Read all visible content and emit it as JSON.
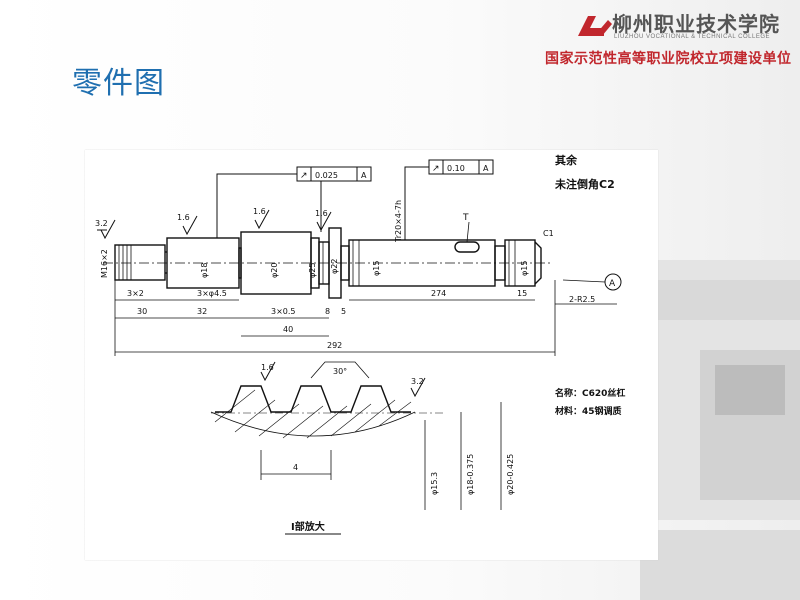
{
  "slide_title": "零件图",
  "header": {
    "college_name_cn": "柳州职业技术学院",
    "college_name_en": "LIUZHOU VOCATIONAL & TECHNICAL COLLEGE",
    "banner": "国家示范性高等职业院校立项建设单位"
  },
  "colors": {
    "title": "#1f6fb0",
    "banner": "#c1272d"
  },
  "drawing": {
    "roughness_labels": [
      "3.2",
      "1.6",
      "1.6",
      "1.6"
    ],
    "tolerance_frame_1": [
      "↗",
      "0.025",
      "A"
    ],
    "tolerance_frame_2": [
      "↗",
      "0.10",
      "A"
    ],
    "note_1": "其余",
    "note_2": "未注倒角C2",
    "thread_label": "Tr20×4-7h",
    "thread_left": "M16×2",
    "diameters": [
      "φ18",
      "φ20",
      "φ25",
      "φ22",
      "φ15",
      "φ15"
    ],
    "dims_bottom_row1": [
      "3×2",
      "3×φ4.5",
      "274",
      "15"
    ],
    "dims_bottom_row2": [
      "30",
      "32",
      "3×0.5",
      "8",
      "5"
    ],
    "dim_40": "40",
    "overall_length": "292",
    "chamfer": "C1",
    "datum": "A",
    "groove_dim": "2-R2.5",
    "t_label": "T",
    "detail_angle": "30°",
    "detail_roughness": [
      "1.6",
      "3.2"
    ],
    "detail_pitch": "4",
    "detail_diameters": [
      "φ15.3",
      "φ18-0.375",
      "φ20-0.425"
    ],
    "part_name": "名称：C620丝杠",
    "material": "材料：45钢调质",
    "detail_caption": "I部放大"
  }
}
